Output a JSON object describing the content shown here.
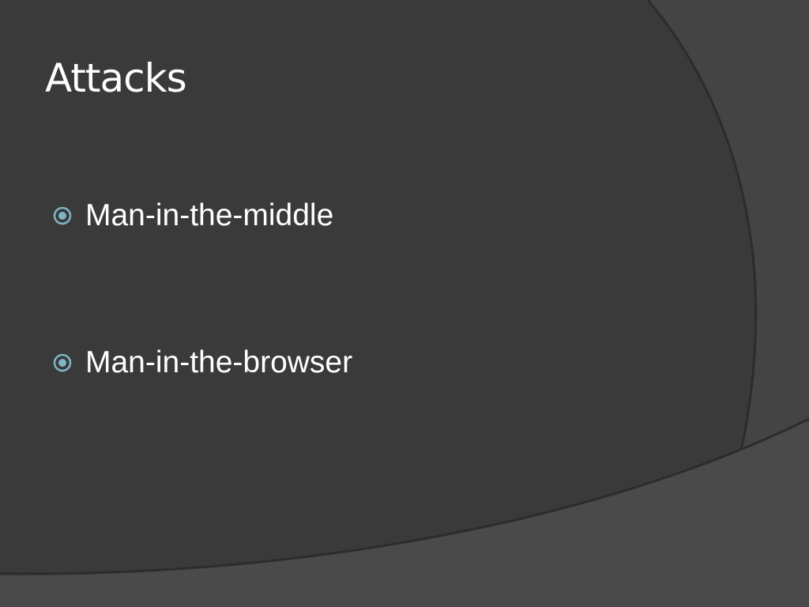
{
  "slide": {
    "title": "Attacks",
    "bullets": [
      "Man-in-the-middle",
      "Man-in-the-browser"
    ]
  },
  "colors": {
    "background": "#3a3a3a",
    "panel_right": "#444444",
    "panel_bottom": "#4a4a4a",
    "edge_line": "#2c2c2c",
    "text": "#ffffff",
    "bullet_accent": "#7fb6c4"
  },
  "icons": {
    "bullet": "circled-dot-icon"
  }
}
